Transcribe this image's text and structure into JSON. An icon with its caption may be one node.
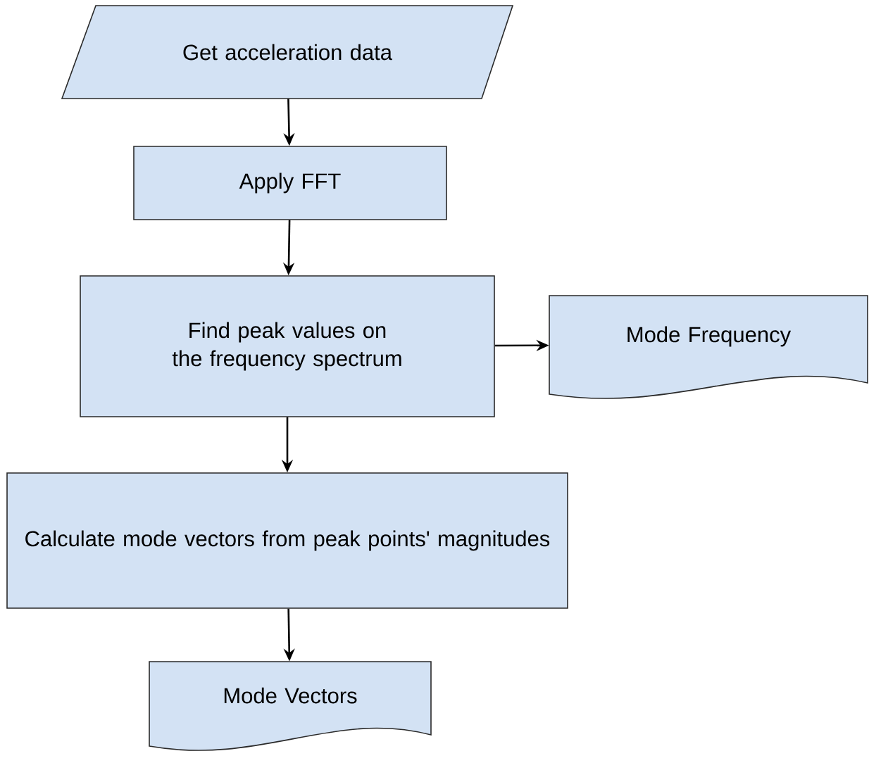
{
  "diagram": {
    "nodes": [
      {
        "text": [
          "Get acceleration data"
        ]
      },
      {
        "text": [
          "Apply FFT"
        ]
      },
      {
        "text": [
          "Find peak values on the frequency spectrum"
        ]
      },
      {
        "text": [
          "Mode Frequency"
        ]
      },
      {
        "text": [
          "Calculate mode vectors from peak points' magnitudes"
        ]
      },
      {
        "text": [
          "Mode Vectors"
        ]
      }
    ],
    "edges": [
      {
        "from": 0,
        "to": 1,
        "arrow": "to"
      },
      {
        "from": 1,
        "to": 2,
        "arrow": "to"
      },
      {
        "from": 2,
        "to": 3,
        "arrow": "to"
      },
      {
        "from": 2,
        "to": 4,
        "arrow": "to"
      },
      {
        "from": 4,
        "to": 5,
        "arrow": "to"
      }
    ]
  }
}
